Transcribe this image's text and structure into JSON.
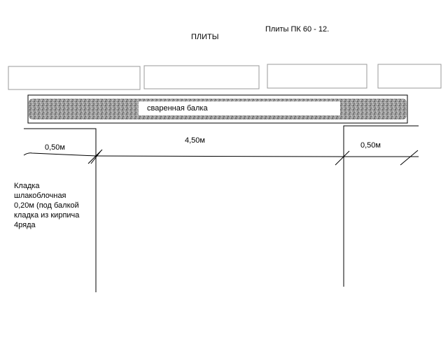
{
  "labels": {
    "slabs_title": "ПЛИТЫ",
    "slabs_spec": "Плиты  ПК 60 - 12.",
    "beam": "сваренная балка",
    "span_left": "0,50м",
    "span_center": "4,50м",
    "span_right": "0,50м",
    "masonry_note": " Кладка\nшлакоблочная\n0,20м (под балкой\nкладка из кирпича\n4ряда"
  },
  "colors": {
    "line": "#000000",
    "slab_stroke": "#9a9a9a",
    "beam_fill": "#8c8c8c",
    "beam_label_bg": "#ffffff"
  }
}
